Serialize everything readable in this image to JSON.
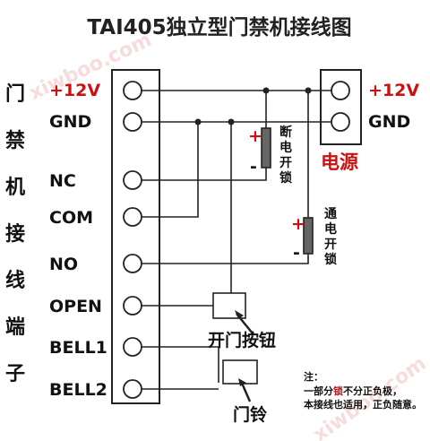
{
  "title": "TAI405独立型门禁机接线图",
  "vertical_label": [
    "门",
    "禁",
    "机",
    "接",
    "线",
    "端",
    "子"
  ],
  "terminals": [
    "+12V",
    "GND",
    "NC",
    "COM",
    "NO",
    "OPEN",
    "BELL1",
    "BELL2"
  ],
  "power_supply": {
    "pos_label": "+12V",
    "neg_label": "GND",
    "title": "电源"
  },
  "lock_fail_secure": {
    "label": [
      "断",
      "电",
      "开",
      "锁"
    ],
    "plus": "+",
    "minus": "-"
  },
  "lock_fail_safe": {
    "label": [
      "通",
      "电",
      "开",
      "锁"
    ],
    "plus": "+",
    "minus": "-"
  },
  "exit_button_label": "开门按钮",
  "doorbell_label": "门铃",
  "note": {
    "title": "注：",
    "line1_prefix": "一部分",
    "line1_mid": "锁",
    "line1_suffix": "不分正负极，",
    "line2": "本接线也适用，正负随意。"
  },
  "watermark": "xiwboo.com",
  "colors": {
    "accent_red": "#cc1111",
    "line": "#222222"
  }
}
